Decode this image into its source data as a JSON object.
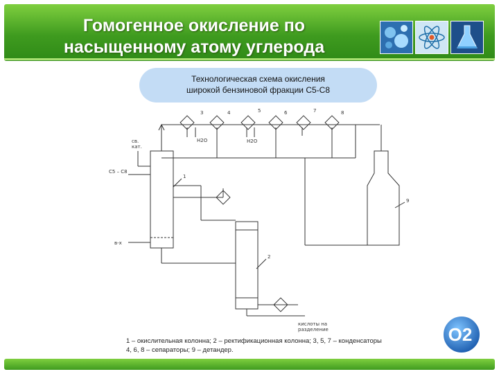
{
  "title": {
    "line1": "Гомогенное окисление по",
    "line2": "насыщенному атому углерода"
  },
  "subtitle": {
    "line1": "Технологическая схема окисления",
    "line2": "широкой бензиновой фракции С5-С8"
  },
  "icons": [
    "molecule-image-icon",
    "atom-icon",
    "flask-icon"
  ],
  "badge_text": "O2",
  "diagram": {
    "numbers": [
      "3",
      "4",
      "5",
      "6",
      "7",
      "8",
      "1",
      "2",
      "9"
    ],
    "labels": {
      "h2o_left": "H2O",
      "h2o_right": "H2O",
      "feed": "C5 – C8",
      "catalyst_line1": "св.",
      "catalyst_line2": "кат.",
      "air": "в-х",
      "products_line1": "кислоты на",
      "products_line2": "разделение"
    }
  },
  "caption": {
    "line1": "1 – окислительная колонна; 2 – ректификационная колонна; 3, 5, 7 – конденсаторы",
    "line2": "4, 6, 8 – сепараторы; 9 – детандер."
  },
  "colors": {
    "header_green": "#3f9b1f",
    "subtitle_bg": "#c3dcf5",
    "badge_blue": "#1f6fc4"
  }
}
